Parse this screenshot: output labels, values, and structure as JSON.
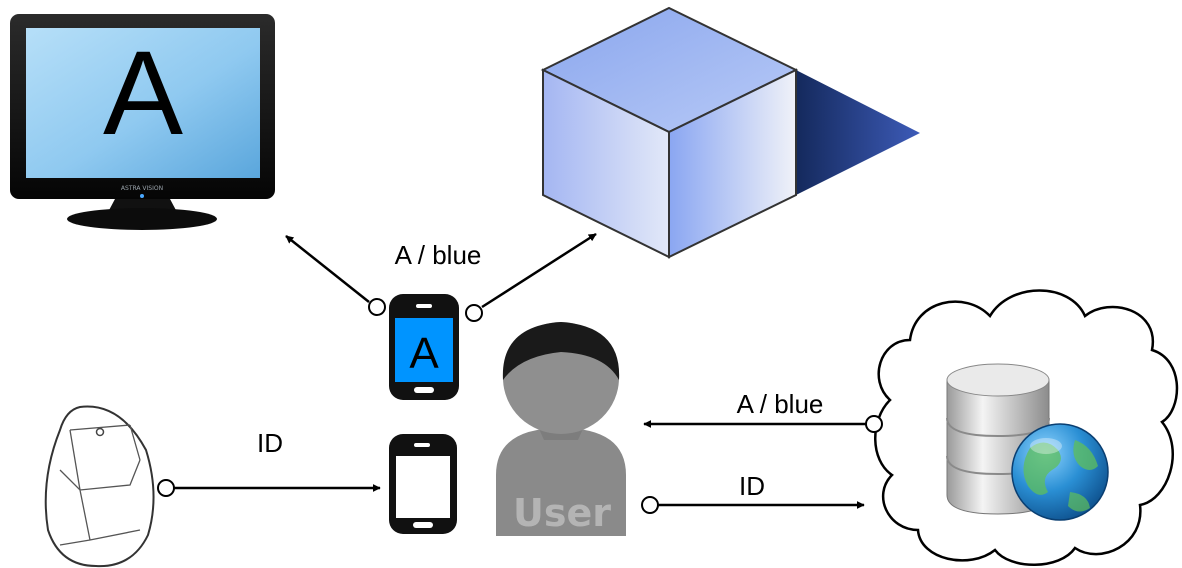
{
  "monitor": {
    "letter": "A",
    "brand_text": "ASTRA VISION"
  },
  "phone_top": {
    "letter": "A"
  },
  "user": {
    "label": "User"
  },
  "labels": {
    "phone_to_displays": "A / blue",
    "beacon_to_phone": "ID",
    "cloud_to_user": "A / blue",
    "user_to_cloud": "ID"
  },
  "colors": {
    "screen_blue": "#0094ff",
    "cube_blue": "#8fa8f0",
    "shadow": "#1f3370",
    "user_grey": "#8a8a8a",
    "globe_blue": "#1b7fc4"
  }
}
